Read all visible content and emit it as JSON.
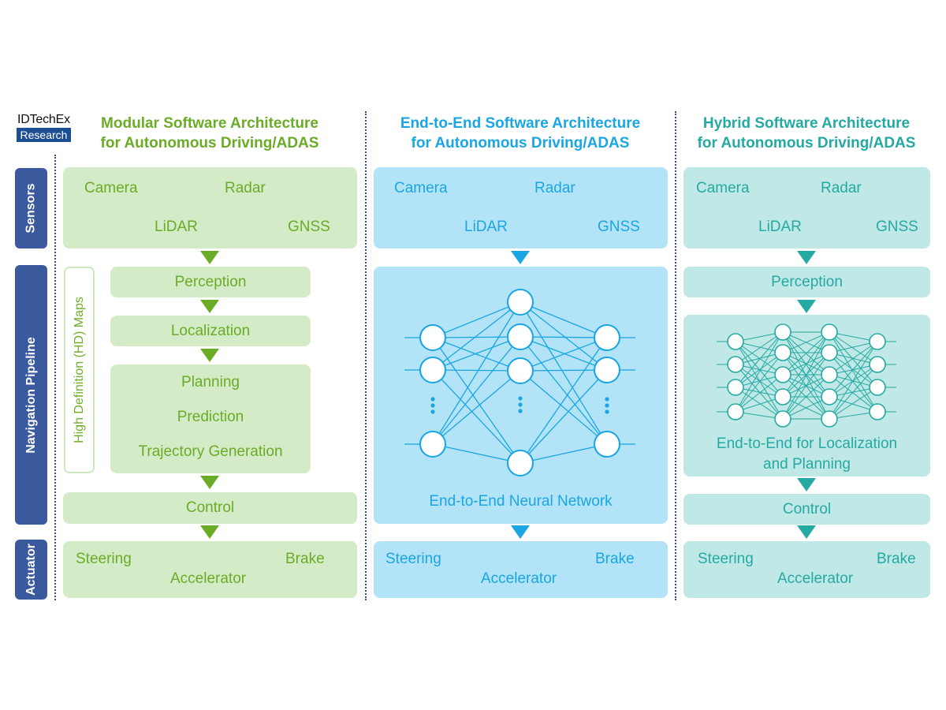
{
  "logo": {
    "line1": "IDTechEx",
    "line2": "Research"
  },
  "row_labels": {
    "sensors": "Sensors",
    "navigation": "Navigation Pipeline",
    "actuator": "Actuator"
  },
  "columns": {
    "modular": {
      "title_line1": "Modular Software Architecture",
      "title_line2": "for Autonomous Driving/ADAS",
      "sensors": {
        "camera": "Camera",
        "radar": "Radar",
        "lidar": "LiDAR",
        "gnss": "GNSS"
      },
      "hd_maps": "High Definition (HD) Maps",
      "perception": "Perception",
      "localization": "Localization",
      "planning": "Planning",
      "prediction": "Prediction",
      "trajectory": "Trajectory Generation",
      "control": "Control",
      "actuator": {
        "steering": "Steering",
        "brake": "Brake",
        "accelerator": "Accelerator"
      }
    },
    "e2e": {
      "title_line1": "End-to-End Software Architecture",
      "title_line2": "for Autonomous Driving/ADAS",
      "sensors": {
        "camera": "Camera",
        "radar": "Radar",
        "lidar": "LiDAR",
        "gnss": "GNSS"
      },
      "network_label": "End-to-End Neural Network",
      "actuator": {
        "steering": "Steering",
        "brake": "Brake",
        "accelerator": "Accelerator"
      }
    },
    "hybrid": {
      "title_line1": "Hybrid Software Architecture",
      "title_line2": "for Autonomous Driving/ADAS",
      "sensors": {
        "camera": "Camera",
        "radar": "Radar",
        "lidar": "LiDAR",
        "gnss": "GNSS"
      },
      "perception": "Perception",
      "e2e_line1": "End-to-End for Localization",
      "e2e_line2": "and Planning",
      "control": "Control",
      "actuator": {
        "steering": "Steering",
        "brake": "Brake",
        "accelerator": "Accelerator"
      }
    }
  },
  "colors": {
    "modular_text": "#6bac27",
    "modular_fill": "#d3ebc6",
    "e2e_text": "#1aa6e2",
    "e2e_fill": "#b3e3f7",
    "hybrid_text": "#25aaa3",
    "hybrid_fill": "#bfe8e6",
    "row_label": "#3a5a9d"
  }
}
